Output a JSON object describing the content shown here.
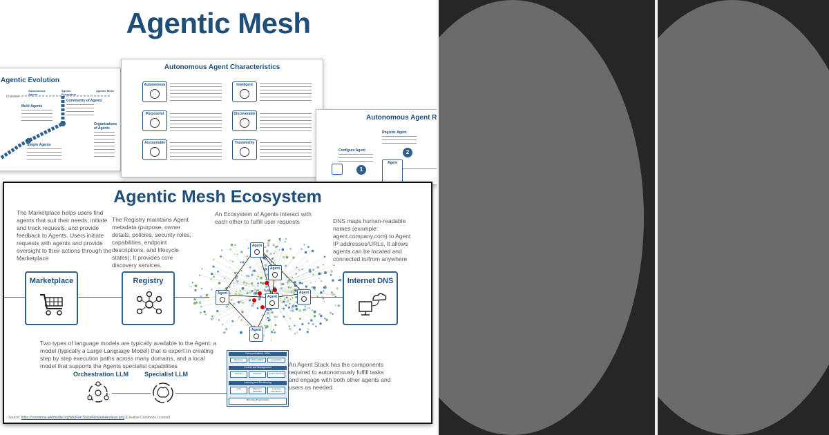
{
  "main_title": "Agentic Mesh",
  "evolution_slide": {
    "title": "Agentic Evolution",
    "stages": [
      "Chatbots",
      "Autonomous Agents",
      "Agents Ecosystem",
      "Agentic Mesh"
    ],
    "labels": [
      "Multi-Agents",
      "Community of Agents",
      "Organizations of Agents",
      "Simple Agents"
    ]
  },
  "characteristics_slide": {
    "title": "Autonomous Agent Characteristics",
    "cards": [
      "Autonomous",
      "Purposeful",
      "Accountable",
      "Intelligent",
      "Discoverable",
      "Trustworthy"
    ]
  },
  "registry_slide": {
    "title": "Autonomous Agent Re",
    "steps": [
      {
        "num": "1",
        "label": "Configure Agent"
      },
      {
        "num": "2",
        "label": "Register Agent"
      }
    ],
    "agent_label": "Agent"
  },
  "ecosystem": {
    "title": "Agentic Mesh Ecosystem",
    "marketplace_text": "The Marketplace helps users find agents that suit their needs, initiate and track requests, and provide feedback to Agents. Users initiate requests with agents and provide oversight to their actions through the Marketplace",
    "registry_text": "The Registry maintains Agent metadata (purpose, owner details, policies, security roles, capabilities, endpoint descriptions, and lifecycle states); It provides core discovery services.",
    "ecosystem_text": "An Ecosystem of Agents interact with each other to fulfill user requests",
    "dns_text": "DNS maps human-readable names (example: agent.company.com) to Agent IP addresses/URLs, It allows agents can be located and connected to/from anywhere",
    "marketplace_label": "Marketplace",
    "registry_label": "Registry",
    "dns_label": "Internet DNS",
    "agent_label": "Agent",
    "llm_text": "Two types of language models are typically available to the Agent: a model (typically a Large Language Model) that is expert in creating step by step execution paths across many domains, and a local model that supports the Agents specialist capabilities",
    "orchestration_label": "Orchestration LLM",
    "specialist_label": "Specialist LLM",
    "stack_text": "An Agent Stack has the components required to autonomously fulfill tasks and engage with both other agents and users as needed.",
    "stack": {
      "rows": [
        "Communications / APIs",
        "Control and Management",
        "Learning and Decisioning",
        "Run-time Environment"
      ],
      "cells": [
        "Discovery",
        "Observability",
        "Interactivity",
        "Sensors",
        "Actuators",
        "Control Services",
        "LLM",
        "Memory / Metadata",
        "Learning Mechanism"
      ]
    },
    "source_prefix": "Source: ",
    "source_link": "https://commons.wikimedia.org/wiki/File:SocialNetworkAnalysis.png",
    "source_suffix": " (Creative Commons License)"
  },
  "colors": {
    "brand_blue": "#1f4e79",
    "box_border": "#2f5f8f",
    "node_red": "#cc0000",
    "dark_bg": "#262626",
    "panel_gray": "#6b6b6b"
  }
}
